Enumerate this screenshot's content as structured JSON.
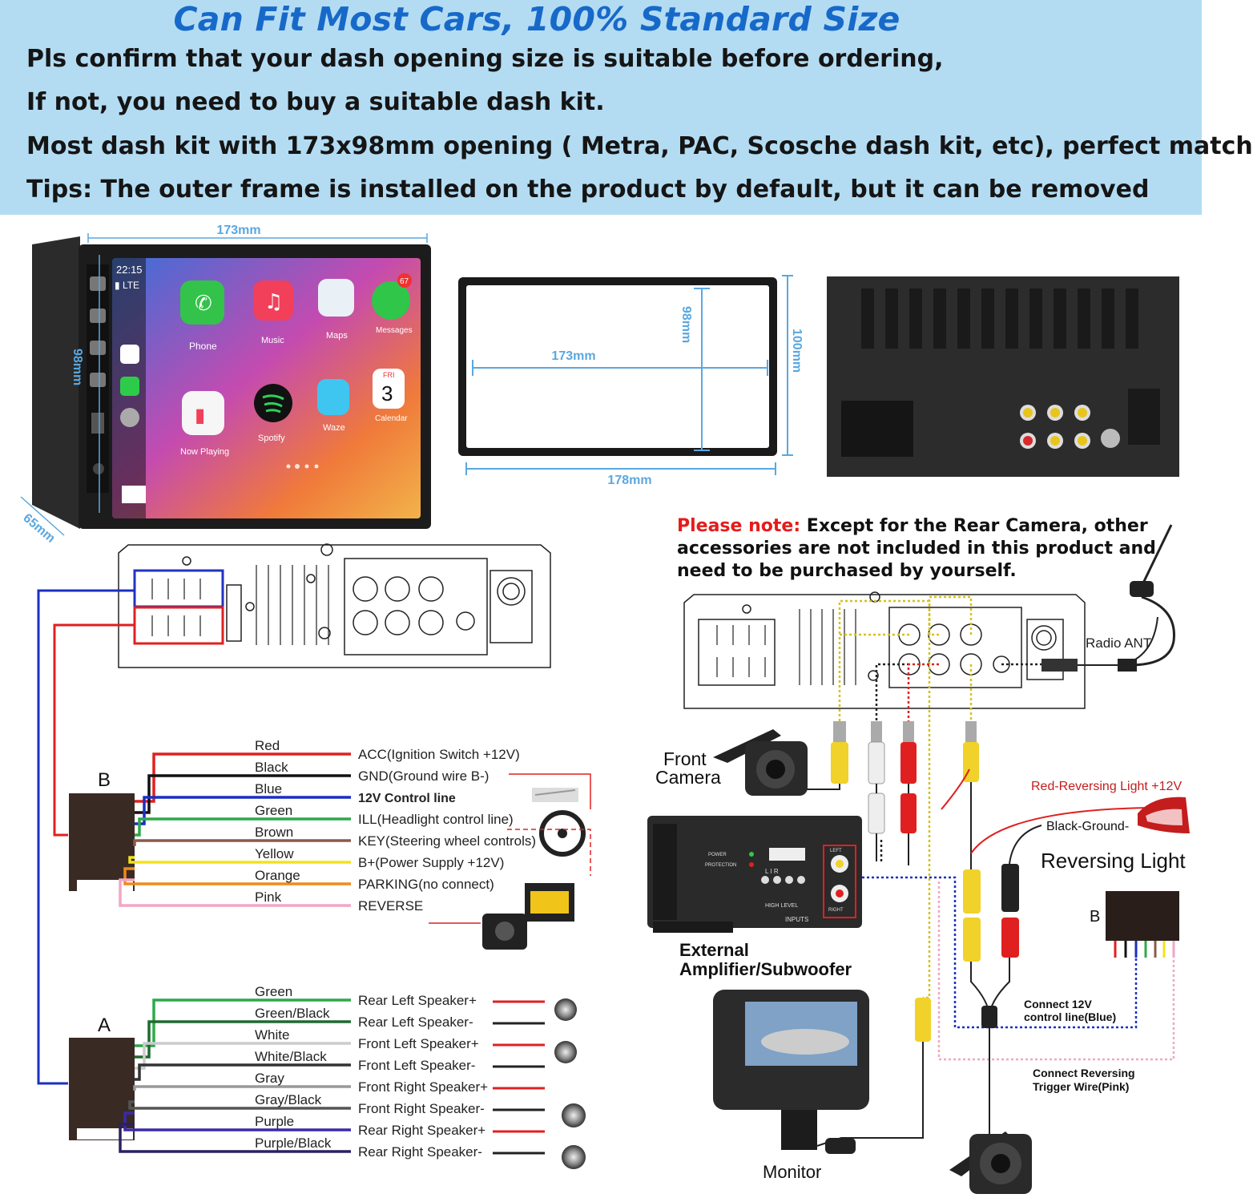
{
  "header": {
    "title": "Can Fit Most Cars, 100% Standard Size",
    "lines": [
      "Pls confirm that your dash opening size is suitable before ordering,",
      "If not, you need to buy a suitable dash kit.",
      "Most dash kit with 173x98mm opening ( Metra, PAC, Scosche dash kit, etc), perfect match",
      "Tips: The outer frame is installed on the product by default, but it can be removed"
    ]
  },
  "dimensions": {
    "unit_width": "173mm",
    "unit_height": "98mm",
    "unit_depth": "65mm",
    "frame_inner_width": "173mm",
    "frame_inner_height": "98mm",
    "frame_outer_width": "178mm",
    "frame_outer_height": "100mm"
  },
  "screen": {
    "time": "22:15",
    "signal": "LTE",
    "apps": [
      "Phone",
      "Music",
      "Maps",
      "Messages",
      "Now Playing",
      "Spotify",
      "Waze",
      "Calendar"
    ],
    "calendar_day": "FRI",
    "calendar_date": "3",
    "messages_badge": "67"
  },
  "note": {
    "lead": "Please note:",
    "text": "Except for the Rear Camera, other accessories are not included in this product and need to be purchased by yourself."
  },
  "harness_b": {
    "label": "B",
    "wires": [
      {
        "color_name": "Red",
        "function": "ACC(Ignition Switch +12V)",
        "hex": "#e02020"
      },
      {
        "color_name": "Black",
        "function": "GND(Ground wire B-)",
        "hex": "#111111"
      },
      {
        "color_name": "Blue",
        "function": "12V Control line",
        "hex": "#1b2fc2"
      },
      {
        "color_name": "Green",
        "function": "ILL(Headlight control line)",
        "hex": "#2ea84a"
      },
      {
        "color_name": "Brown",
        "function": "KEY(Steering wheel controls)",
        "hex": "#8b5a4a"
      },
      {
        "color_name": "Yellow",
        "function": "B+(Power Supply +12V)",
        "hex": "#f2e21a"
      },
      {
        "color_name": "Orange",
        "function": "PARKING(no connect)",
        "hex": "#f08a1a"
      },
      {
        "color_name": "Pink",
        "function": "REVERSE",
        "hex": "#f2a6c6"
      }
    ]
  },
  "harness_a": {
    "label": "A",
    "wires": [
      {
        "color_name": "Green",
        "function": "Rear Left Speaker+",
        "hex": "#2ea84a"
      },
      {
        "color_name": "Green/Black",
        "function": "Rear Left Speaker-",
        "hex": "#1f6a30"
      },
      {
        "color_name": "White",
        "function": "Front Left Speaker+",
        "hex": "#dddddd"
      },
      {
        "color_name": "White/Black",
        "function": "Front Left Speaker-",
        "hex": "#333333"
      },
      {
        "color_name": "Gray",
        "function": "Front Right Speaker+",
        "hex": "#999999"
      },
      {
        "color_name": "Gray/Black",
        "function": "Front Right Speaker-",
        "hex": "#555555"
      },
      {
        "color_name": "Purple",
        "function": "Rear Right Speaker+",
        "hex": "#3a2aa8"
      },
      {
        "color_name": "Purple/Black",
        "function": "Rear Right Speaker-",
        "hex": "#2a2060"
      }
    ]
  },
  "wiring_right": {
    "radio_ant": "Radio ANT",
    "front_camera": "Front\nCamera",
    "amp_label": "External\nAmplifier/Subwoofer",
    "amp_panel": {
      "power": "POWER",
      "protection": "PROTECTION",
      "high_level": "HIGH LEVEL",
      "inputs": "INPUTS",
      "left": "LEFT",
      "right": "RIGHT",
      "lr": "L  I  R"
    },
    "reversing_red": "Red-Reversing Light +12V",
    "reversing_black": "Black-Ground-",
    "reversing_light": "Reversing Light",
    "b_label": "B",
    "connect_12v": "Connect 12V\ncontrol line(Blue)",
    "connect_rev": "Connect Reversing\nTrigger Wire(Pink)",
    "monitor": "Monitor"
  },
  "colors": {
    "header_bg": "#b3dcf3",
    "title_blue": "#1769c9",
    "dimension_blue": "#5aa8e0",
    "note_red": "#e51b1b"
  }
}
